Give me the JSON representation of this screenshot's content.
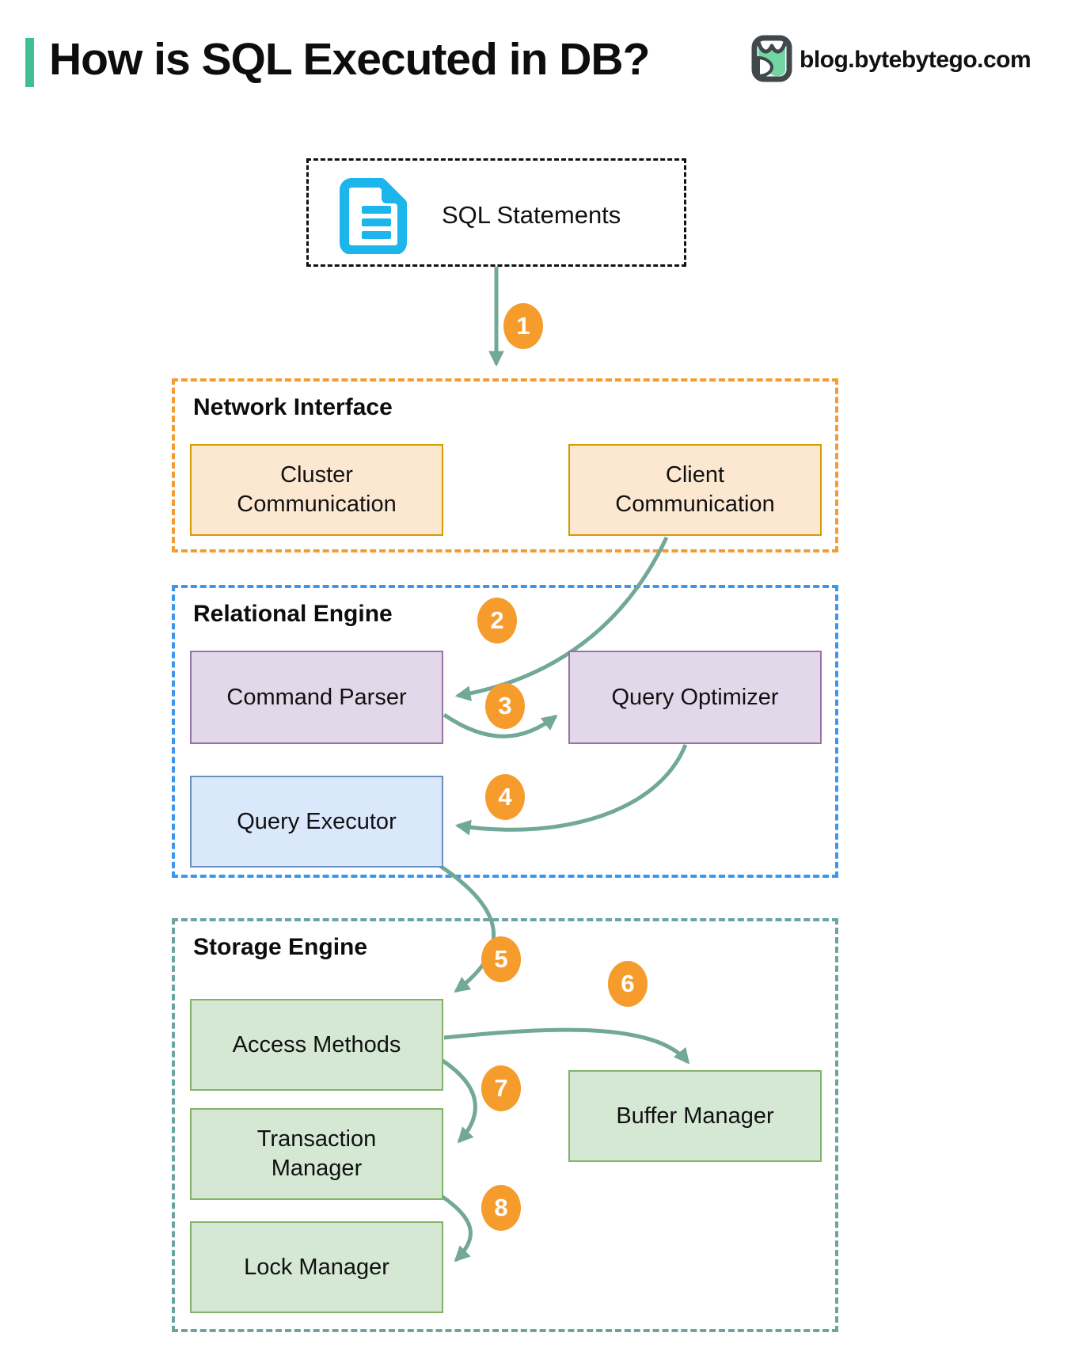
{
  "header": {
    "title": "How is SQL Executed in DB?",
    "site": "blog.bytebytego.com",
    "accent_color": "#3FBF92",
    "logo_icon": "bytebytego-owl-logo-icon"
  },
  "source_box": {
    "label": "SQL Statements",
    "icon": "document-icon",
    "icon_color": "#1CB5EC"
  },
  "sections": [
    {
      "title": "Network Interface",
      "border_color": "#F49B33",
      "boxes": [
        {
          "label": "Cluster\nCommunication"
        },
        {
          "label": "Client\nCommunication"
        }
      ]
    },
    {
      "title": "Relational Engine",
      "border_color": "#3C96EF",
      "boxes": [
        {
          "label": "Command Parser"
        },
        {
          "label": "Query Optimizer"
        },
        {
          "label": "Query Executor"
        }
      ]
    },
    {
      "title": "Storage Engine",
      "border_color": "#6CA5A0",
      "boxes": [
        {
          "label": "Access Methods"
        },
        {
          "label": "Transaction\nManager"
        },
        {
          "label": "Lock Manager"
        },
        {
          "label": "Buffer Manager"
        }
      ]
    }
  ],
  "steps": [
    "1",
    "2",
    "3",
    "4",
    "5",
    "6",
    "7",
    "8"
  ],
  "flow": [
    "SQL Statements -> Network Interface",
    "Client Communication -> Command Parser",
    "Command Parser -> Query Optimizer",
    "Query Optimizer -> Query Executor",
    "Query Executor -> Access Methods",
    "Access Methods -> Buffer Manager",
    "Access Methods -> Transaction Manager",
    "Transaction Manager -> Lock Manager"
  ],
  "colors": {
    "arrow": "#71A897",
    "badge": "#F59C2D",
    "badge_text": "#FFFFFF",
    "peach_fill": "#FCE8D1",
    "peach_border": "#D79B00",
    "purple_fill": "#E3D8E9",
    "purple_border": "#9673A6",
    "blue_fill": "#DAE8FC",
    "blue_border": "#6C8EBF",
    "green_fill": "#D5E8D4",
    "green_border": "#82B366",
    "sql_dashed_border": "#111111"
  }
}
